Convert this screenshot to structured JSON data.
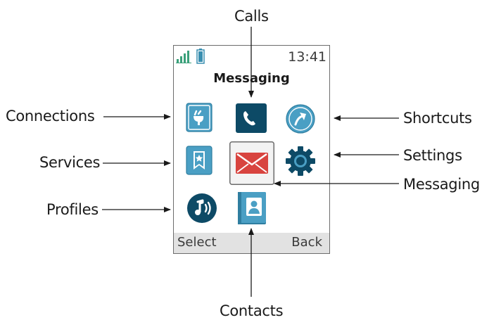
{
  "callouts": {
    "calls": "Calls",
    "connections": "Connections",
    "services": "Services",
    "profiles": "Profiles",
    "shortcuts": "Shortcuts",
    "settings": "Settings",
    "messaging": "Messaging",
    "contacts": "Contacts"
  },
  "phone": {
    "time": "13:41",
    "title": "Messaging",
    "softkeys": {
      "left": "Select",
      "right": "Back"
    }
  },
  "icons": {
    "connections": "plug-icon",
    "calls": "phone-handset-icon",
    "shortcuts": "arrow-circle-icon",
    "services": "bookmark-star-icon",
    "messaging": "envelope-icon",
    "settings": "gear-icon",
    "profiles": "music-note-sound-icon",
    "contacts": "contact-book-icon"
  },
  "colors": {
    "tile_light": "#4a9fc4",
    "tile_dark": "#0d4a66",
    "envelope": "#d8443f",
    "selected_bg": "#f3f3f3"
  }
}
